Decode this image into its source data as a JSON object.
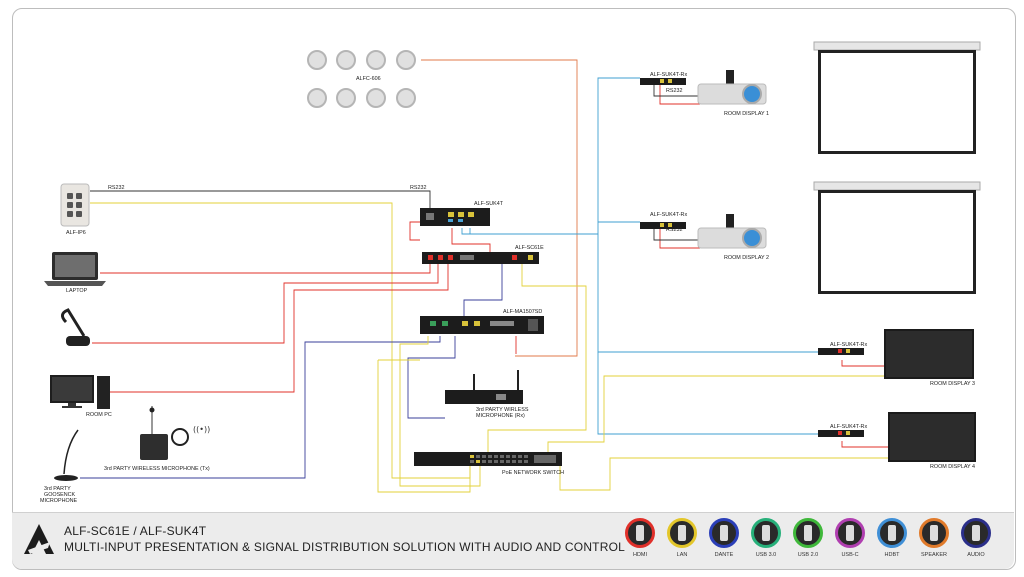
{
  "labels": {
    "alfc606": "ALFC-606",
    "ip6": "ALF-IP6",
    "laptop": "LAPTOP",
    "room_pc": "ROOM PC",
    "mic_tx": "3rd PARTY WIRELESS MICROPHONE (Tx)",
    "gooseneck": [
      "3rd PARTY",
      "GOOSENCK",
      "MICROPHONE"
    ],
    "suk4t": "ALF-SUK4T",
    "sc61e": "ALF-SC61E",
    "ma": "ALF-MA1507SD",
    "mic_rx": [
      "3rd PARTY WIRLESS",
      "MICROPHONE (Rx)"
    ],
    "switch": "PoE NETWORK SWITCH",
    "rx1": "ALF-SUK4T-Rx",
    "rx2": "ALF-SUK4T-Rx",
    "rx3": "ALF-SUK4T-Rx",
    "rx4": "ALF-SUK4T-Rx",
    "rs232_a": "RS232",
    "rs232_b": "RS232",
    "rs232_c": "RS232",
    "rs232_d": "RS232",
    "display1": "ROOM DISPLAY 1",
    "display2": "ROOM DISPLAY 2",
    "display3": "ROOM DISPLAY 3",
    "display4": "ROOM DISPLAY 4"
  },
  "footer": {
    "title_line1": "ALF-SC61E / ALF-SUK4T",
    "title_line2": "MULTI-INPUT PRESENTATION & SIGNAL DISTRIBUTION SOLUTION WITH AUDIO AND CONTROL"
  },
  "legend": [
    {
      "label": "HDMI",
      "color": "#e0302a"
    },
    {
      "label": "LAN",
      "color": "#e3c62a"
    },
    {
      "label": "DANTE",
      "color": "#2b3fb8"
    },
    {
      "label": "USB 3.0",
      "color": "#27b07a"
    },
    {
      "label": "USB 2.0",
      "color": "#3fb83a"
    },
    {
      "label": "USB-C",
      "color": "#b03fb0"
    },
    {
      "label": "HDBT",
      "color": "#3f8fd6"
    },
    {
      "label": "SPEAKER",
      "color": "#e07a2a"
    },
    {
      "label": "AUDIO",
      "color": "#2b2f8a"
    }
  ],
  "colors": {
    "hdmi": "#e0302a",
    "lan": "#e3d23a",
    "hdbt": "#3f9fd0",
    "dante": "#3a3f9a",
    "speaker": "#e07a4a",
    "grey": "#a8a8a8"
  }
}
